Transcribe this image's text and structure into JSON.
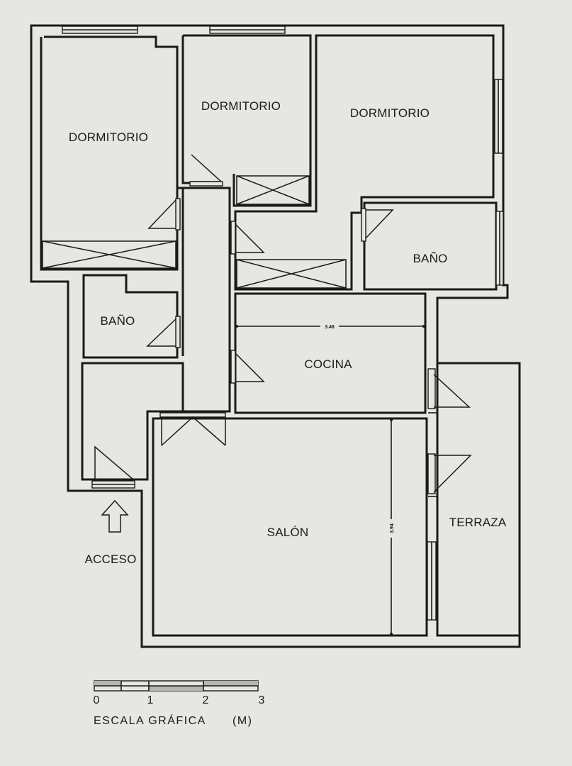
{
  "rooms": {
    "dormitorio_1": "DORMITORIO",
    "dormitorio_2": "DORMITORIO",
    "dormitorio_3": "DORMITORIO",
    "bano_1": "BAÑO",
    "bano_2": "BAÑO",
    "cocina": "COCINA",
    "salon": "SALÓN",
    "terraza": "TERRAZA"
  },
  "access_label": "ACCESO",
  "dimensions": {
    "cocina_width": "3.46",
    "salon_height": "3.94"
  },
  "scale": {
    "ticks": [
      "0",
      "1",
      "2",
      "3"
    ],
    "title": "ESCALA GRÁFICA",
    "unit": "(M)"
  }
}
